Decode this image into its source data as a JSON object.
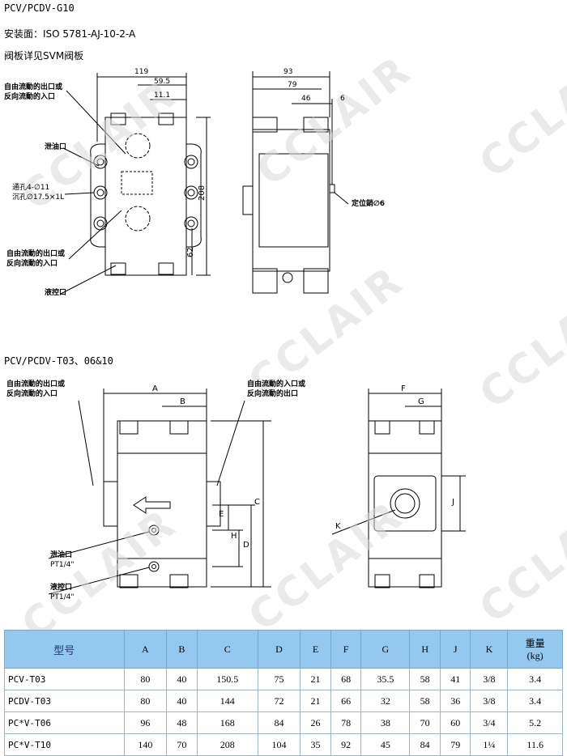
{
  "section1": {
    "title": "PCV/PCDV-G10",
    "mount": "安装面：ISO 5781-AJ-10-2-A",
    "note": "阀板详见SVM阀板",
    "front_view": {
      "label_outlet_top": [
        "自由流動的出口或",
        "反向流動的入口"
      ],
      "label_drain": "泄油口",
      "label_hole": [
        "通孔4-∅11",
        "沉孔∅17.5×1L"
      ],
      "label_outlet_bottom": [
        "自由流動的出口或",
        "反向流動的入口"
      ],
      "label_pilot": "液控口",
      "dim_119": "119",
      "dim_59_5": "59.5",
      "dim_11_1": "11.1",
      "dim_208": "208",
      "dim_62": "62"
    },
    "side_view": {
      "dim_93": "93",
      "dim_79": "79",
      "dim_46": "46",
      "dim_6": "6",
      "label_pin": "定位銷∅6"
    }
  },
  "section2": {
    "title": "PCV/PCDV-T03、06&10",
    "label_left": [
      "自由流動的出口或",
      "反向流動的入口"
    ],
    "label_right": [
      "自由流動的入口或",
      "反向流動的出口"
    ],
    "label_drain": "泄油口",
    "drain_size": "PT1/4\"",
    "label_pilot": "液控口",
    "pilot_size": "PT1/4\"",
    "dims": {
      "A": "A",
      "B": "B",
      "C": "C",
      "D": "D",
      "E": "E",
      "H": "H",
      "F": "F",
      "G": "G",
      "J": "J",
      "K": "K"
    }
  },
  "watermark": "CCLAIR",
  "table": {
    "headers": [
      "型号",
      "A",
      "B",
      "C",
      "D",
      "E",
      "F",
      "G",
      "H",
      "J",
      "K"
    ],
    "weight_header": [
      "重量",
      "(kg)"
    ],
    "rows": [
      [
        "PCV-T03",
        "80",
        "40",
        "150.5",
        "75",
        "21",
        "68",
        "35.5",
        "58",
        "41",
        "3/8",
        "3.4"
      ],
      [
        "PCDV-T03",
        "80",
        "40",
        "144",
        "72",
        "21",
        "66",
        "32",
        "58",
        "36",
        "3/8",
        "3.4"
      ],
      [
        "PC*V-T06",
        "96",
        "48",
        "168",
        "84",
        "26",
        "78",
        "38",
        "70",
        "60",
        "3/4",
        "5.2"
      ],
      [
        "PC*V-T10",
        "140",
        "70",
        "208",
        "104",
        "35",
        "92",
        "45",
        "84",
        "79",
        "1¼",
        "11.6"
      ]
    ]
  },
  "colors": {
    "header_bg": "#95c8ee",
    "header_text": "#203a70",
    "watermark": "#d9d9d9"
  }
}
